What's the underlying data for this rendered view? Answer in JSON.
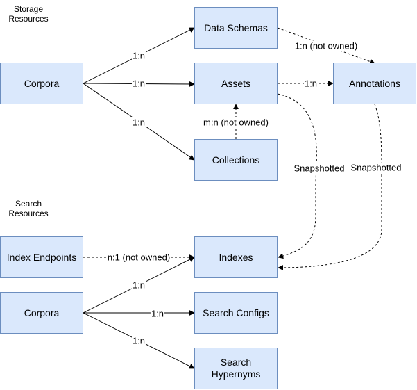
{
  "sections": {
    "storage": "Storage\nResources",
    "search": "Search\nResources"
  },
  "nodes": {
    "corpora_storage": "Corpora",
    "data_schemas": "Data Schemas",
    "assets": "Assets",
    "annotations": "Annotations",
    "collections": "Collections",
    "index_endpoints": "Index Endpoints",
    "indexes": "Indexes",
    "corpora_search": "Corpora",
    "search_configs": "Search Configs",
    "search_hypernyms": "Search\nHypernyms"
  },
  "edge_labels": {
    "corpora_data_schemas": "1:n",
    "corpora_assets": "1:n",
    "corpora_collections": "1:n",
    "data_schemas_annotations": "1:n (not owned)",
    "assets_annotations": "1:n",
    "collections_assets": "m:n (not owned)",
    "assets_indexes": "Snapshotted",
    "annotations_indexes": "Snapshotted",
    "index_endpoints_indexes": "n:1 (not owned)",
    "corpora_indexes": "1:n",
    "corpora_search_configs": "1:n",
    "corpora_search_hypernyms": "1:n"
  },
  "colors": {
    "node_fill": "#dae8fc",
    "node_border": "#6c8ebf",
    "edge": "#000000"
  }
}
